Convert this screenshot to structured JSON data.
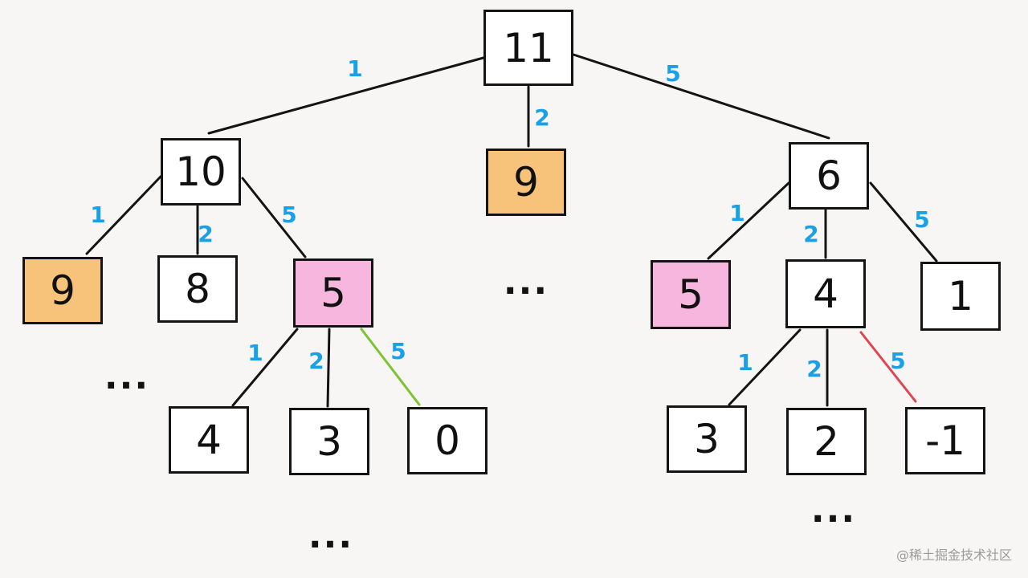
{
  "colors": {
    "default_node": "#ffffff",
    "visited_node": "#f7c27a",
    "repeated_node": "#f7b6de",
    "edge": "#141414",
    "edge_label": "#1aa0e6",
    "success_edge": "#7cc432",
    "fail_edge": "#e0454f"
  },
  "nodes": [
    {
      "id": "n11",
      "label": "11",
      "fill": "default_node"
    },
    {
      "id": "n10",
      "label": "10",
      "fill": "default_node"
    },
    {
      "id": "n9mid",
      "label": "9",
      "fill": "visited_node"
    },
    {
      "id": "n6",
      "label": "6",
      "fill": "default_node"
    },
    {
      "id": "n9left",
      "label": "9",
      "fill": "visited_node"
    },
    {
      "id": "n8",
      "label": "8",
      "fill": "default_node"
    },
    {
      "id": "n5left",
      "label": "5",
      "fill": "repeated_node"
    },
    {
      "id": "n5right",
      "label": "5",
      "fill": "repeated_node"
    },
    {
      "id": "n4right",
      "label": "4",
      "fill": "default_node"
    },
    {
      "id": "n1",
      "label": "1",
      "fill": "default_node"
    },
    {
      "id": "n4left",
      "label": "4",
      "fill": "default_node"
    },
    {
      "id": "n3left",
      "label": "3",
      "fill": "default_node"
    },
    {
      "id": "n0",
      "label": "0",
      "fill": "default_node"
    },
    {
      "id": "n3right",
      "label": "3",
      "fill": "default_node"
    },
    {
      "id": "n2",
      "label": "2",
      "fill": "default_node"
    },
    {
      "id": "nm1",
      "label": "-1",
      "fill": "default_node"
    }
  ],
  "edges": [
    {
      "id": "e11-10",
      "from": "n11",
      "to": "n10",
      "label": "1",
      "kind": "edge"
    },
    {
      "id": "e11-9",
      "from": "n11",
      "to": "n9mid",
      "label": "2",
      "kind": "edge"
    },
    {
      "id": "e11-6",
      "from": "n11",
      "to": "n6",
      "label": "5",
      "kind": "edge"
    },
    {
      "id": "e10-9",
      "from": "n10",
      "to": "n9left",
      "label": "1",
      "kind": "edge"
    },
    {
      "id": "e10-8",
      "from": "n10",
      "to": "n8",
      "label": "2",
      "kind": "edge"
    },
    {
      "id": "e10-5",
      "from": "n10",
      "to": "n5left",
      "label": "5",
      "kind": "edge"
    },
    {
      "id": "e6-5",
      "from": "n6",
      "to": "n5right",
      "label": "1",
      "kind": "edge"
    },
    {
      "id": "e6-4",
      "from": "n6",
      "to": "n4right",
      "label": "2",
      "kind": "edge"
    },
    {
      "id": "e6-1",
      "from": "n6",
      "to": "n1",
      "label": "5",
      "kind": "edge"
    },
    {
      "id": "e5-4",
      "from": "n5left",
      "to": "n4left",
      "label": "1",
      "kind": "edge"
    },
    {
      "id": "e5-3",
      "from": "n5left",
      "to": "n3left",
      "label": "2",
      "kind": "edge"
    },
    {
      "id": "e5-0",
      "from": "n5left",
      "to": "n0",
      "label": "5",
      "kind": "success_edge"
    },
    {
      "id": "e4-3",
      "from": "n4right",
      "to": "n3right",
      "label": "1",
      "kind": "edge"
    },
    {
      "id": "e4-2",
      "from": "n4right",
      "to": "n2",
      "label": "2",
      "kind": "edge"
    },
    {
      "id": "e4-m1",
      "from": "n4right",
      "to": "nm1",
      "label": "5",
      "kind": "fail_edge"
    }
  ],
  "ellipses": [
    {
      "id": "dots-left",
      "text": "..."
    },
    {
      "id": "dots-center",
      "text": "..."
    },
    {
      "id": "dots-bottom-left",
      "text": "..."
    },
    {
      "id": "dots-bottom-right",
      "text": "..."
    }
  ],
  "watermark": "@稀土掘金技术社区"
}
